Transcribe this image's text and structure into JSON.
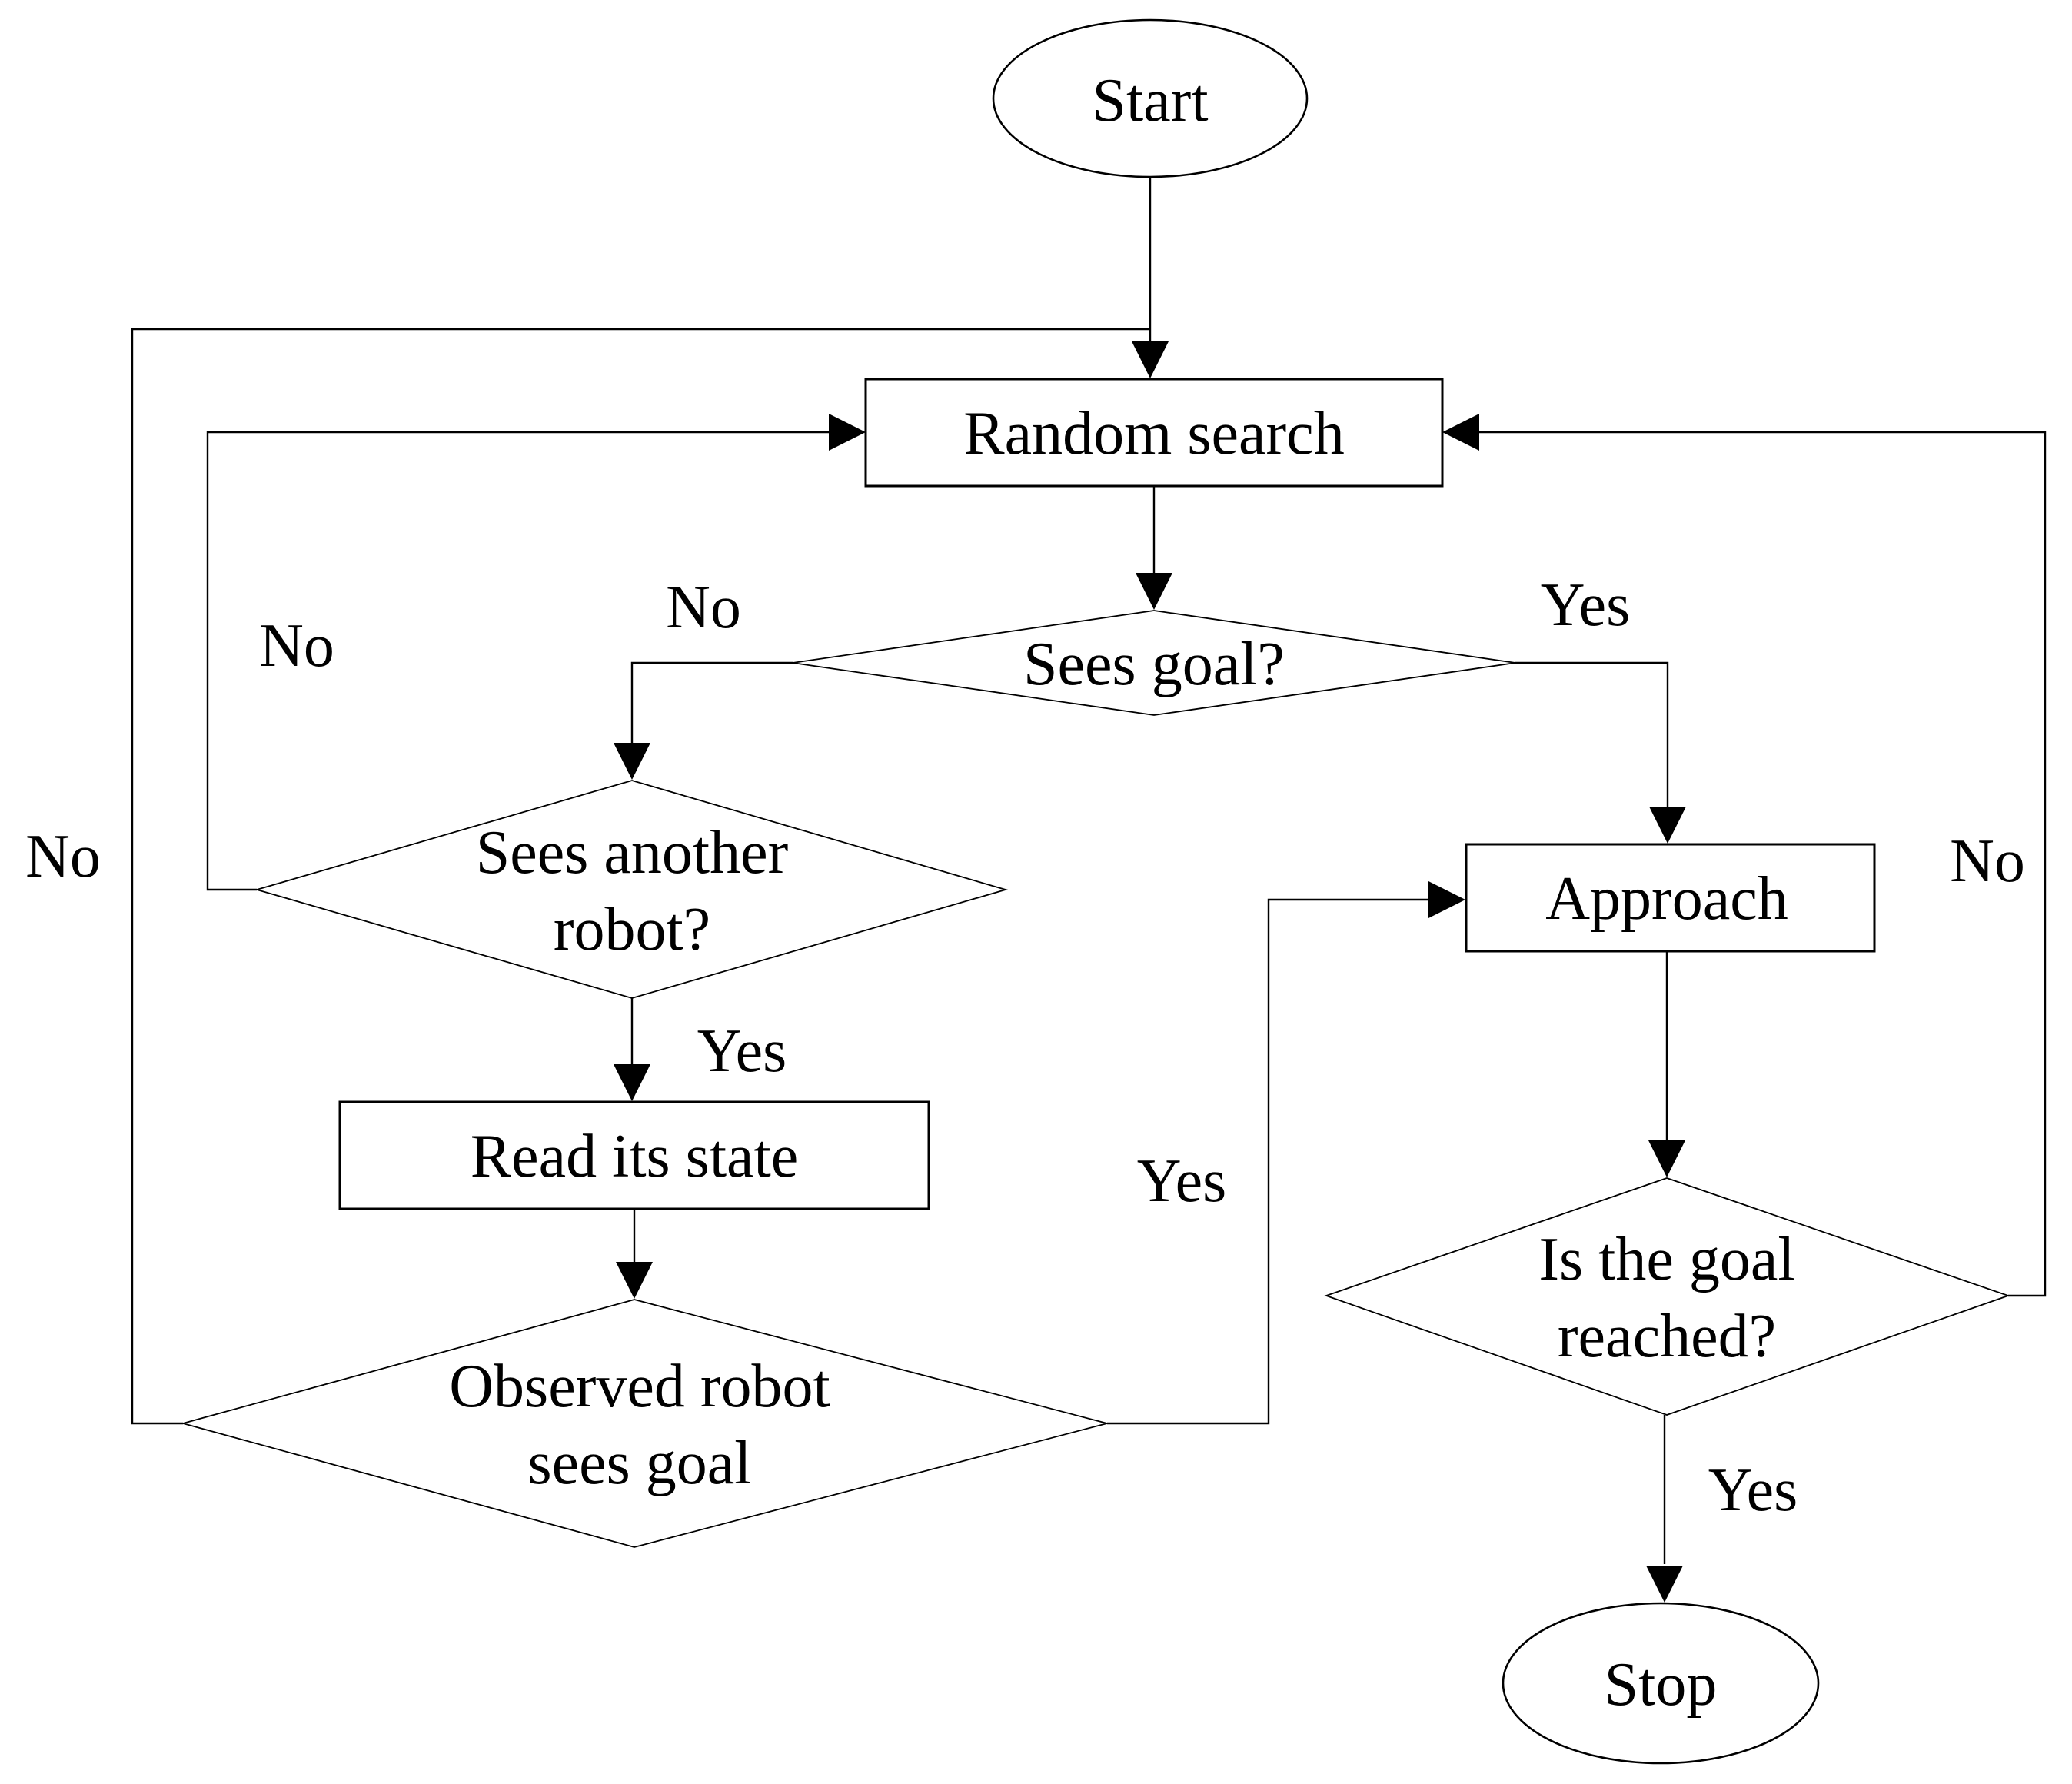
{
  "diagram": {
    "type": "flowchart",
    "background": "#ffffff",
    "colors": {
      "stroke": "#000000",
      "shape_fill": "#ffffff",
      "text": "#000000"
    },
    "nodes": {
      "start": {
        "type": "terminator",
        "label": "Start"
      },
      "random_search": {
        "type": "process",
        "label": "Random search"
      },
      "sees_goal": {
        "type": "decision",
        "label": "Sees goal?"
      },
      "sees_another_robot": {
        "type": "decision",
        "line1": "Sees another",
        "line2": "robot?"
      },
      "read_state": {
        "type": "process",
        "label": "Read its state"
      },
      "observed_robot": {
        "type": "decision",
        "line1": "Observed robot",
        "line2": "sees goal"
      },
      "approach": {
        "type": "process",
        "label": "Approach"
      },
      "goal_reached": {
        "type": "decision",
        "line1": "Is the goal",
        "line2": "reached?"
      },
      "stop": {
        "type": "terminator",
        "label": "Stop"
      }
    },
    "edge_labels": {
      "sees_goal_no": "No",
      "sees_goal_yes": "Yes",
      "sees_robot_no": "No",
      "sees_robot_yes": "Yes",
      "observed_no": "No",
      "observed_yes": "Yes",
      "goal_reached_no": "No",
      "goal_reached_yes": "Yes"
    },
    "edges": [
      {
        "from": "start",
        "to": "random_search",
        "label": ""
      },
      {
        "from": "random_search",
        "to": "sees_goal",
        "label": ""
      },
      {
        "from": "sees_goal",
        "to": "sees_another_robot",
        "label": "No"
      },
      {
        "from": "sees_goal",
        "to": "approach",
        "label": "Yes"
      },
      {
        "from": "sees_another_robot",
        "to": "random_search",
        "label": "No"
      },
      {
        "from": "sees_another_robot",
        "to": "read_state",
        "label": "Yes"
      },
      {
        "from": "read_state",
        "to": "observed_robot",
        "label": ""
      },
      {
        "from": "observed_robot",
        "to": "random_search",
        "label": "No"
      },
      {
        "from": "observed_robot",
        "to": "approach",
        "label": "Yes"
      },
      {
        "from": "approach",
        "to": "goal_reached",
        "label": ""
      },
      {
        "from": "goal_reached",
        "to": "random_search",
        "label": "No"
      },
      {
        "from": "goal_reached",
        "to": "stop",
        "label": "Yes"
      }
    ]
  }
}
